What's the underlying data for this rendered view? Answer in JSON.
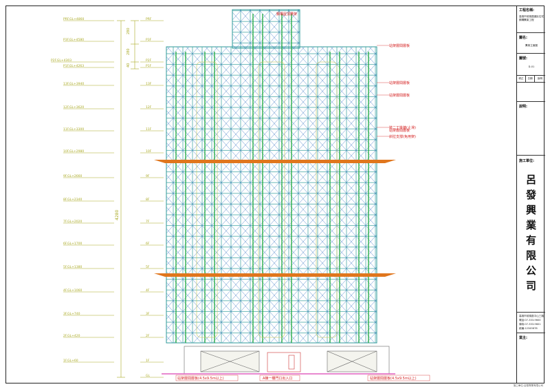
{
  "levels": [
    {
      "code": "PRF",
      "label": "PRF.GL+4860"
    },
    {
      "code": "P3F",
      "label": "P3F.GL+4580"
    },
    {
      "code": "P2F",
      "label": "P2F.GL+4303"
    },
    {
      "code": "P1F",
      "label": "P1F.GL+4263"
    },
    {
      "code": "13F",
      "label": "13F.GL+3940"
    },
    {
      "code": "12F",
      "label": "12F.GL+3620"
    },
    {
      "code": "11F",
      "label": "11F.GL+3300"
    },
    {
      "code": "10F",
      "label": "10F.GL+2980"
    },
    {
      "code": "9F",
      "label": "9F.GL+2660"
    },
    {
      "code": "8F",
      "label": "8F.GL+2340"
    },
    {
      "code": "7F",
      "label": "7F.GL+2020"
    },
    {
      "code": "6F",
      "label": "6F.GL+1700"
    },
    {
      "code": "5F",
      "label": "5F.GL+1380"
    },
    {
      "code": "4F",
      "label": "4F.GL+1060"
    },
    {
      "code": "3F",
      "label": "3F.GL+740"
    },
    {
      "code": "2F",
      "label": "2F.GL+420"
    },
    {
      "code": "1F",
      "label": "1F.GL+60"
    },
    {
      "code": "GL",
      "label": ""
    }
  ],
  "dimensions": {
    "top_segments": [
      "280",
      "280",
      "40"
    ],
    "overall": "4280"
  },
  "annotations": {
    "roof_note": "鋼構屋頂鷹架",
    "note_1": "站架層間層板",
    "note_2": "站架層間層板",
    "note_3": "站架層間層板",
    "note_4": "站架層間層板",
    "note_5": "裝二丁掛牆(止滑)",
    "note_6": "斜拉支撐(免用架)",
    "bottom_left": "站架層間層板(4.5x9.5m以上)",
    "bottom_right": "站架層間層板(4.5x9.5m以上)",
    "bottom_center": "A棟一樓門口出入口"
  },
  "title_block": {
    "project_label": "工程名稱:",
    "project_name": "高雄市前鎮區國民住宅鋼構鷹架工程",
    "drawing_label": "圖名:",
    "drawing_name": "鷹架立面圖",
    "drawing_no_label": "圖號:",
    "drawing_no": "D-01",
    "rev_headers": [
      "修正",
      "日期",
      "說明"
    ],
    "remarks_label": "說明:",
    "contractor_label": "施工單位:",
    "company": [
      "呂",
      "發",
      "興",
      "業",
      "有",
      "限",
      "公",
      "司"
    ],
    "contact_lines": [
      "高雄市前鎮區中山三路",
      "電話:07-333-9600",
      "傳真:07-333-9601",
      "統編:12345678"
    ],
    "owner_label": "業主:",
    "footer": "施工單位:呂發興業有限公司"
  },
  "colors": {
    "frame": "#2e9a9a",
    "brace": "#3a76c4",
    "post": "#1aa83a",
    "slab": "#e0761d",
    "dim": "#a8a820",
    "note": "#d42020",
    "ground": "#e060c0"
  }
}
